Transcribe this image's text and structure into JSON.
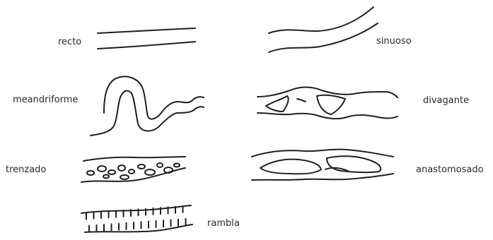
{
  "labels": {
    "recto": "recto",
    "sinuoso": "sinuoso",
    "meandriforme": "meandriforme",
    "divagante": "divagante",
    "trenzado": "trenzado",
    "anastomosado": "anastomosado",
    "rambla": "rambla"
  },
  "colors": {
    "ink": "#1f1f1f",
    "background": "#ffffff"
  }
}
